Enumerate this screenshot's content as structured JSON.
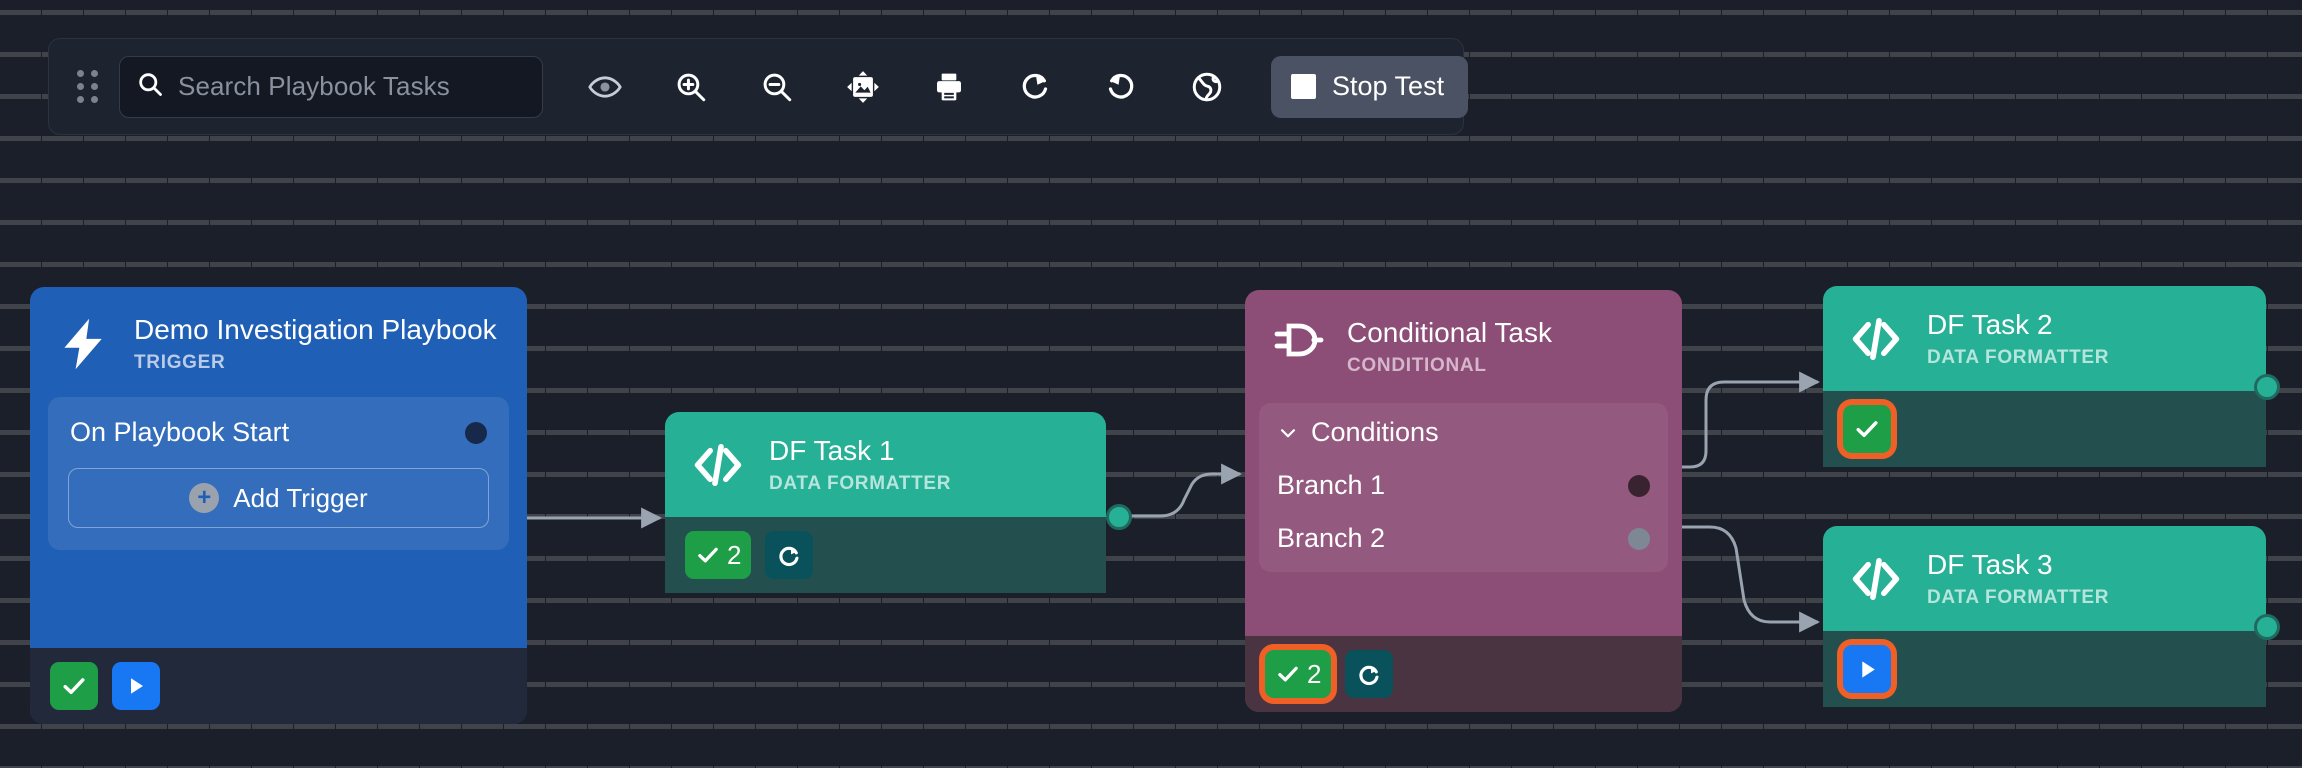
{
  "toolbar": {
    "drag_handle_icon": "grip-dots-icon",
    "search": {
      "icon": "search-icon",
      "placeholder": "Search Playbook Tasks",
      "value": ""
    },
    "tools": [
      {
        "name": "toggle-visibility",
        "icon": "eye-icon"
      },
      {
        "name": "zoom-in",
        "icon": "zoom-in-icon"
      },
      {
        "name": "zoom-out",
        "icon": "zoom-out-icon"
      },
      {
        "name": "fit-to-screen",
        "icon": "fit-screen-icon"
      },
      {
        "name": "print",
        "icon": "printer-icon"
      },
      {
        "name": "redo",
        "icon": "redo-icon"
      },
      {
        "name": "undo",
        "icon": "undo-icon"
      },
      {
        "name": "globe",
        "icon": "globe-icon"
      }
    ],
    "stop_test": {
      "label": "Stop Test",
      "icon": "stop-square-icon"
    }
  },
  "nodes": {
    "trigger": {
      "icon": "lightning-bolt-icon",
      "title": "Demo Investigation Playbook",
      "subtitle": "TRIGGER",
      "row_label": "On Playbook Start",
      "add_trigger_label": "Add Trigger",
      "add_trigger_icon": "plus-circle-icon",
      "badges": [
        {
          "name": "status-success-badge",
          "icon": "check-icon",
          "count": "",
          "color": "#1f9e48",
          "highlighted": false
        },
        {
          "name": "run-badge",
          "icon": "play-icon",
          "count": "",
          "color": "#1877f2",
          "highlighted": false
        }
      ]
    },
    "df1": {
      "icon": "code-brackets-icon",
      "title": "DF Task 1",
      "subtitle": "DATA FORMATTER",
      "badges": [
        {
          "name": "status-success-badge",
          "icon": "check-icon",
          "count": "2",
          "color": "#1f9e48",
          "highlighted": false
        },
        {
          "name": "retry-badge",
          "icon": "retry-icon",
          "count": "",
          "color": "#09525c",
          "highlighted": false
        }
      ]
    },
    "conditional": {
      "icon": "logic-gate-icon",
      "title": "Conditional Task",
      "subtitle": "CONDITIONAL",
      "conditions_label": "Conditions",
      "conditions_chevron_icon": "chevron-down-icon",
      "branches": [
        {
          "label": "Branch 1",
          "port_color": "#3a2330"
        },
        {
          "label": "Branch 2",
          "port_color": "#7e8894"
        }
      ],
      "badges": [
        {
          "name": "status-success-badge",
          "icon": "check-icon",
          "count": "2",
          "color": "#1f9e48",
          "highlighted": true
        },
        {
          "name": "retry-badge",
          "icon": "retry-icon",
          "count": "",
          "color": "#09525c",
          "highlighted": false
        }
      ]
    },
    "df2": {
      "icon": "code-brackets-icon",
      "title": "DF Task 2",
      "subtitle": "DATA FORMATTER",
      "badges": [
        {
          "name": "status-success-badge",
          "icon": "check-icon",
          "count": "",
          "color": "#1f9e48",
          "highlighted": true
        }
      ]
    },
    "df3": {
      "icon": "code-brackets-icon",
      "title": "DF Task 3",
      "subtitle": "DATA FORMATTER",
      "badges": [
        {
          "name": "run-badge",
          "icon": "play-icon",
          "count": "",
          "color": "#1877f2",
          "highlighted": true
        }
      ]
    }
  },
  "colors": {
    "canvas_bg": "#1b1f2a",
    "trigger_blue": "#1f5fb5",
    "data_formatter_teal": "#26b096",
    "conditional_purple": "#8c4d76",
    "success_green": "#1f9e48",
    "run_blue": "#1877f2",
    "highlight_orange": "#ef5f26",
    "edge_gray": "#9aa3b0"
  },
  "edges": [
    {
      "from": "trigger",
      "to": "df1"
    },
    {
      "from": "df1",
      "to": "conditional"
    },
    {
      "from": "conditional.branch1",
      "to": "df2"
    },
    {
      "from": "conditional.branch2",
      "to": "df3"
    }
  ]
}
